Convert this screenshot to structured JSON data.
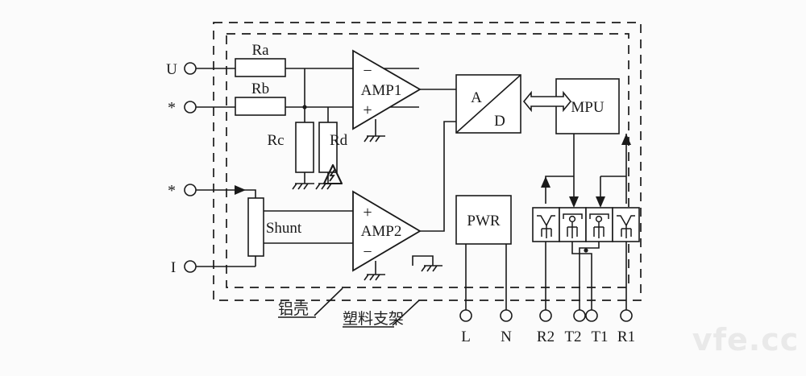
{
  "figure": {
    "type": "block-circuit-diagram",
    "background_color": "#fbfbfb",
    "line_color": "#1a1a1a",
    "watermark": "vfe.cc"
  },
  "enclosures": [
    {
      "id": "outer",
      "label": "铝壳",
      "label_en_hint": "aluminum shell",
      "style": "dashed"
    },
    {
      "id": "inner",
      "label": "塑料支架",
      "label_en_hint": "plastic bracket",
      "style": "dashed"
    }
  ],
  "input_terminals": [
    {
      "name": "U",
      "label": "U"
    },
    {
      "name": "U-star",
      "label": "*"
    },
    {
      "name": "I-star",
      "label": "*"
    },
    {
      "name": "I",
      "label": "I"
    }
  ],
  "resistors": [
    {
      "name": "Ra",
      "label": "Ra"
    },
    {
      "name": "Rb",
      "label": "Rb"
    },
    {
      "name": "Rc",
      "label": "Rc"
    },
    {
      "name": "Rd",
      "label": "Rd"
    }
  ],
  "blocks": [
    {
      "name": "shunt",
      "label": "Shunt"
    },
    {
      "name": "amp1",
      "label": "AMP1",
      "pin_top": "−",
      "pin_bottom": "+"
    },
    {
      "name": "amp2",
      "label": "AMP2",
      "pin_top": "+",
      "pin_bottom": "−"
    },
    {
      "name": "adc",
      "label_top": "A",
      "label_bottom": "D"
    },
    {
      "name": "mpu",
      "label": "MPU"
    },
    {
      "name": "pwr",
      "label": "PWR"
    }
  ],
  "optocouplers": [
    {
      "name": "opto-1",
      "kind": "output"
    },
    {
      "name": "opto-2",
      "kind": "input"
    },
    {
      "name": "opto-3",
      "kind": "input"
    },
    {
      "name": "opto-4",
      "kind": "output"
    }
  ],
  "output_terminals": [
    {
      "name": "L",
      "label": "L"
    },
    {
      "name": "N",
      "label": "N"
    },
    {
      "name": "R2",
      "label": "R2"
    },
    {
      "name": "T2",
      "label": "T2"
    },
    {
      "name": "T1",
      "label": "T1"
    },
    {
      "name": "R1",
      "label": "R1"
    }
  ],
  "symbols": [
    {
      "name": "high-voltage-warning",
      "glyph": "lightning-bolt-triangle"
    },
    {
      "name": "ground-symbol",
      "count": 4
    }
  ]
}
